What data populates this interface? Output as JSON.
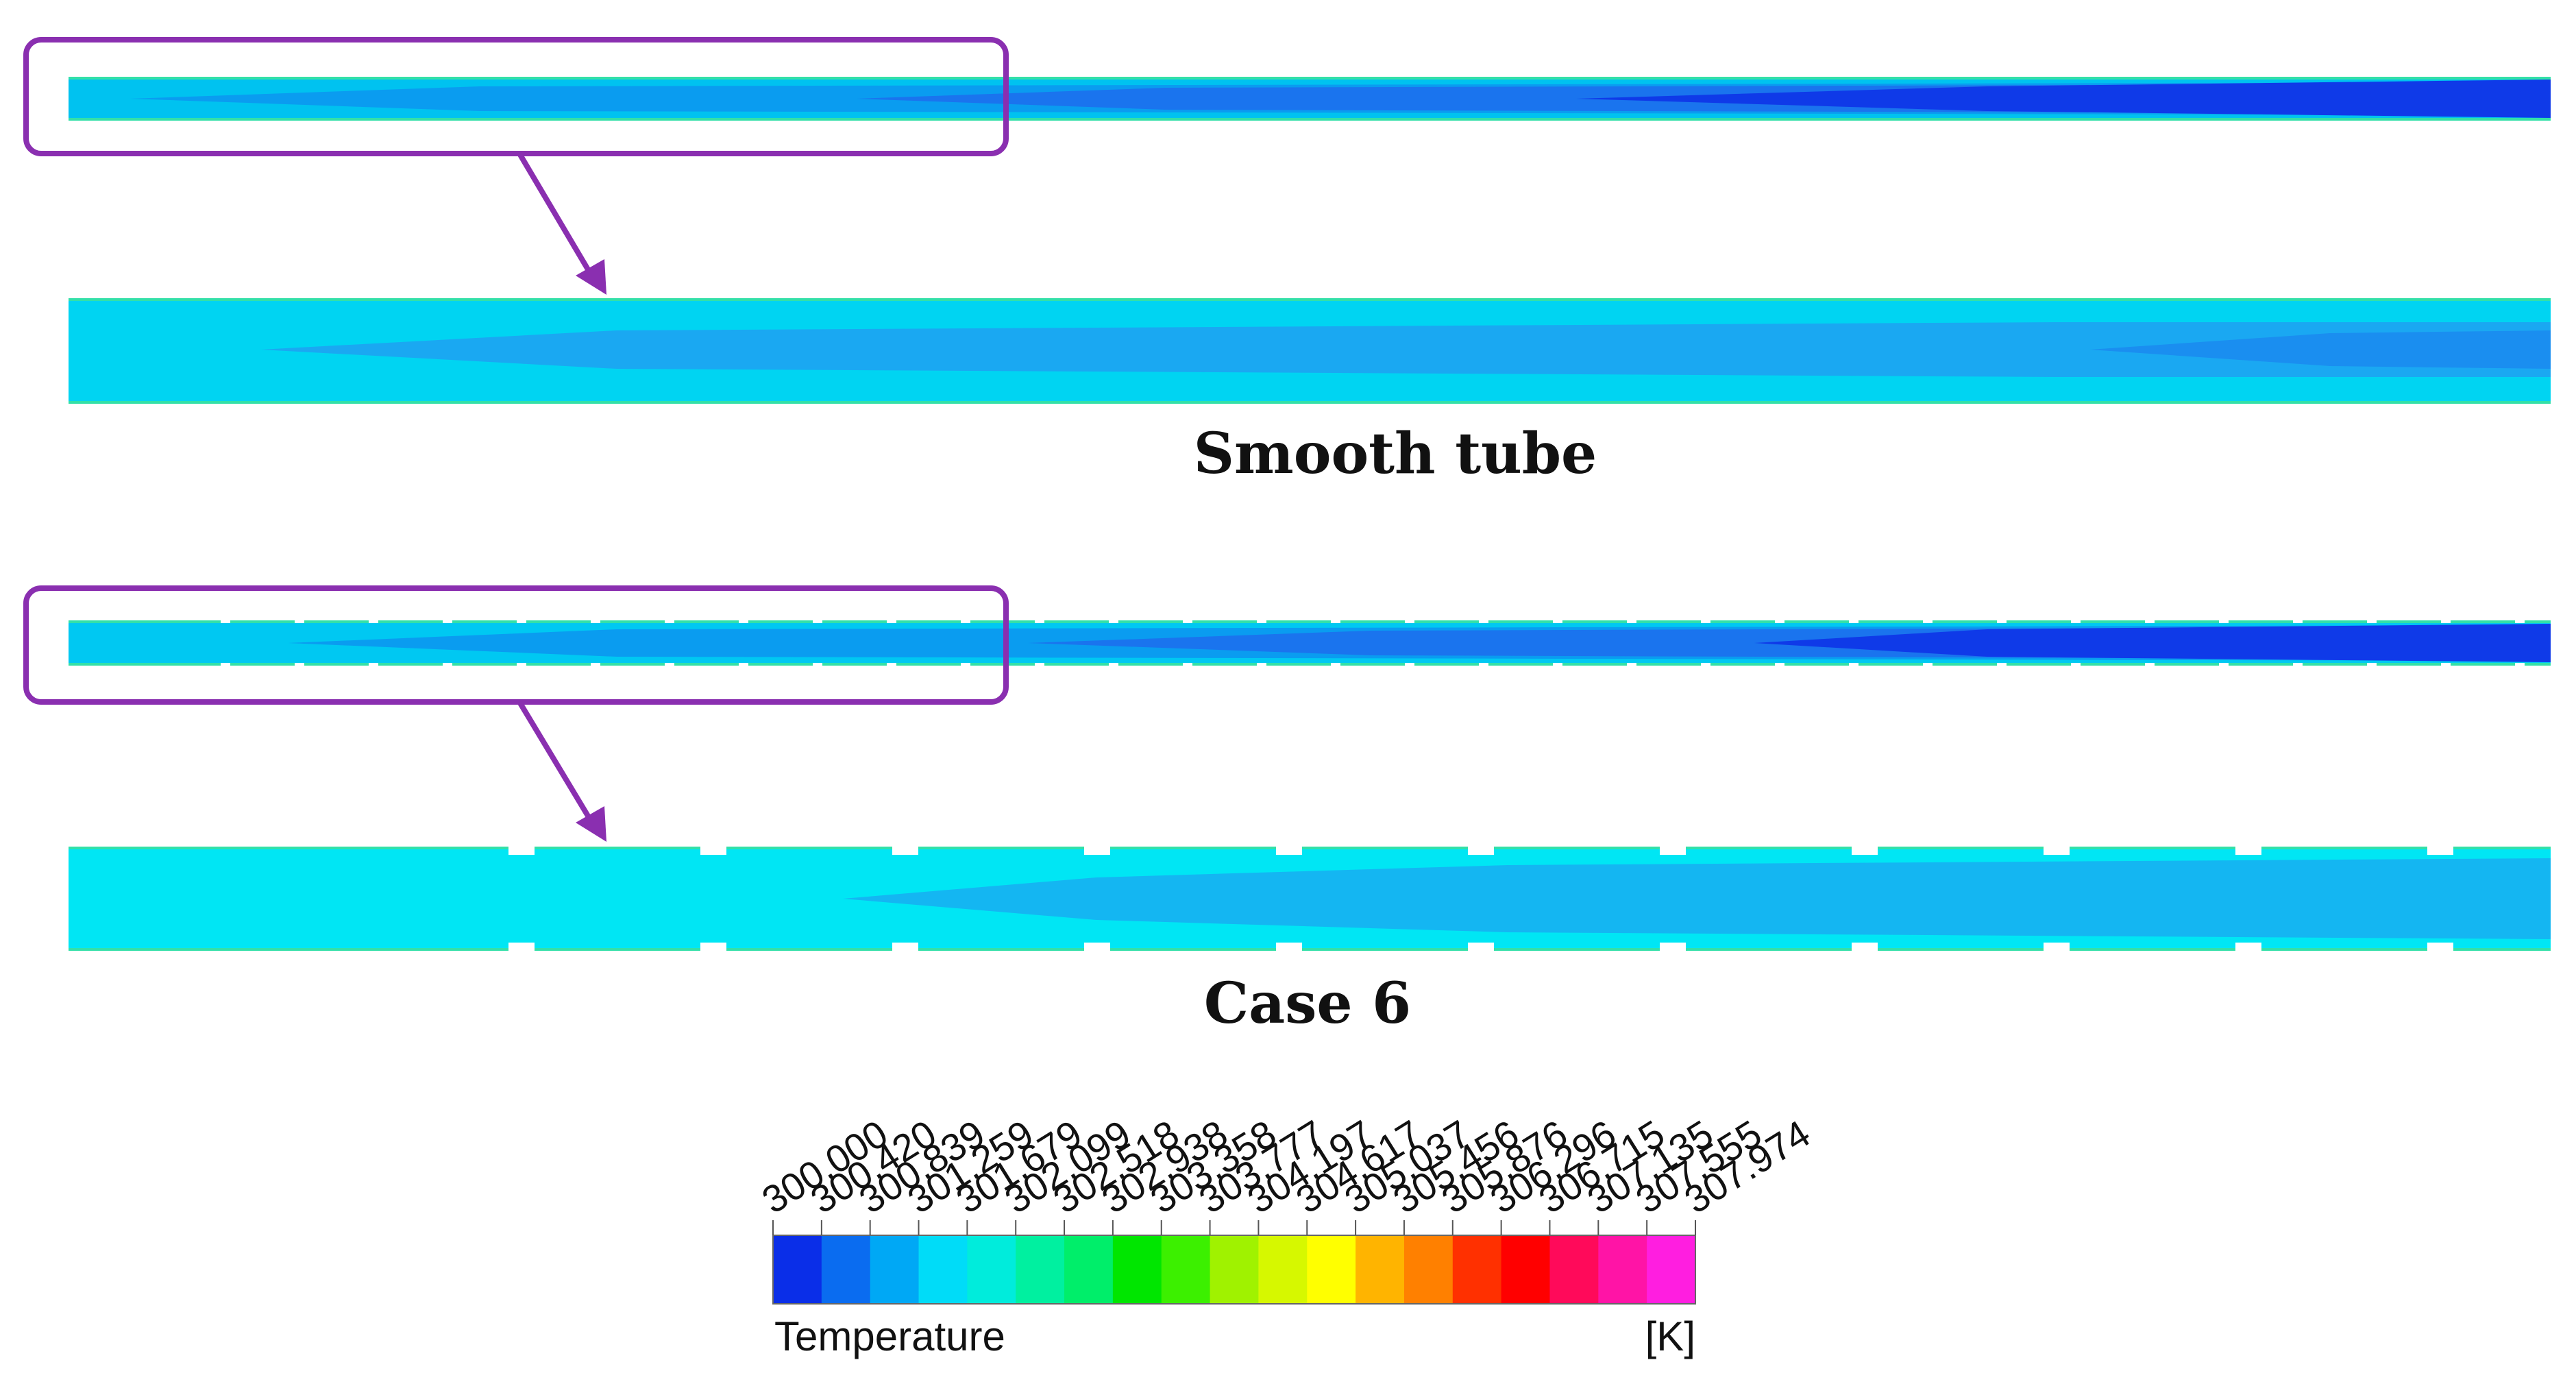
{
  "panels": [
    {
      "caption": "Smooth tube",
      "colors": {
        "wall_edge": "#33e0a8",
        "outer": "#00c2f0",
        "core_light": "#0a9cf0",
        "core_mid": "#1a74ee",
        "core_dark": "#0f3ae8",
        "zoom_base": "#00d4f2",
        "zoom_core": "#1aa8f2"
      },
      "ribs": false
    },
    {
      "caption": "Case 6",
      "colors": {
        "wall_edge": "#33e0a8",
        "outer": "#00c8f2",
        "core_light": "#0a9cf0",
        "core_mid": "#1a74ee",
        "core_dark": "#0f3ae8",
        "zoom_base": "#00e6f4",
        "zoom_core": "#14b6f2"
      },
      "ribs": true
    }
  ],
  "annotation_color": "#8a2fb0",
  "colorbar": {
    "title": "Temperature",
    "unit": "[K]",
    "min": 300.0,
    "max": 307.974,
    "tick_labels": [
      "300.000",
      "300.420",
      "300.839",
      "301.259",
      "301.679",
      "302.099",
      "302.518",
      "302.938",
      "303.358",
      "303.777",
      "304.197",
      "304.617",
      "305.037",
      "305.456",
      "305.876",
      "306.296",
      "306.715",
      "307.135",
      "307.555",
      "307.974"
    ],
    "colors": [
      "#0a2ee8",
      "#0a6cf0",
      "#00a8f5",
      "#00dcf8",
      "#00ecdc",
      "#00f0a0",
      "#00ee6a",
      "#00e600",
      "#3cf000",
      "#a0f200",
      "#d6f800",
      "#ffff00",
      "#ffb400",
      "#ff8000",
      "#ff3000",
      "#ff0000",
      "#ff0a5a",
      "#ff14a6",
      "#ff1ee0"
    ]
  }
}
